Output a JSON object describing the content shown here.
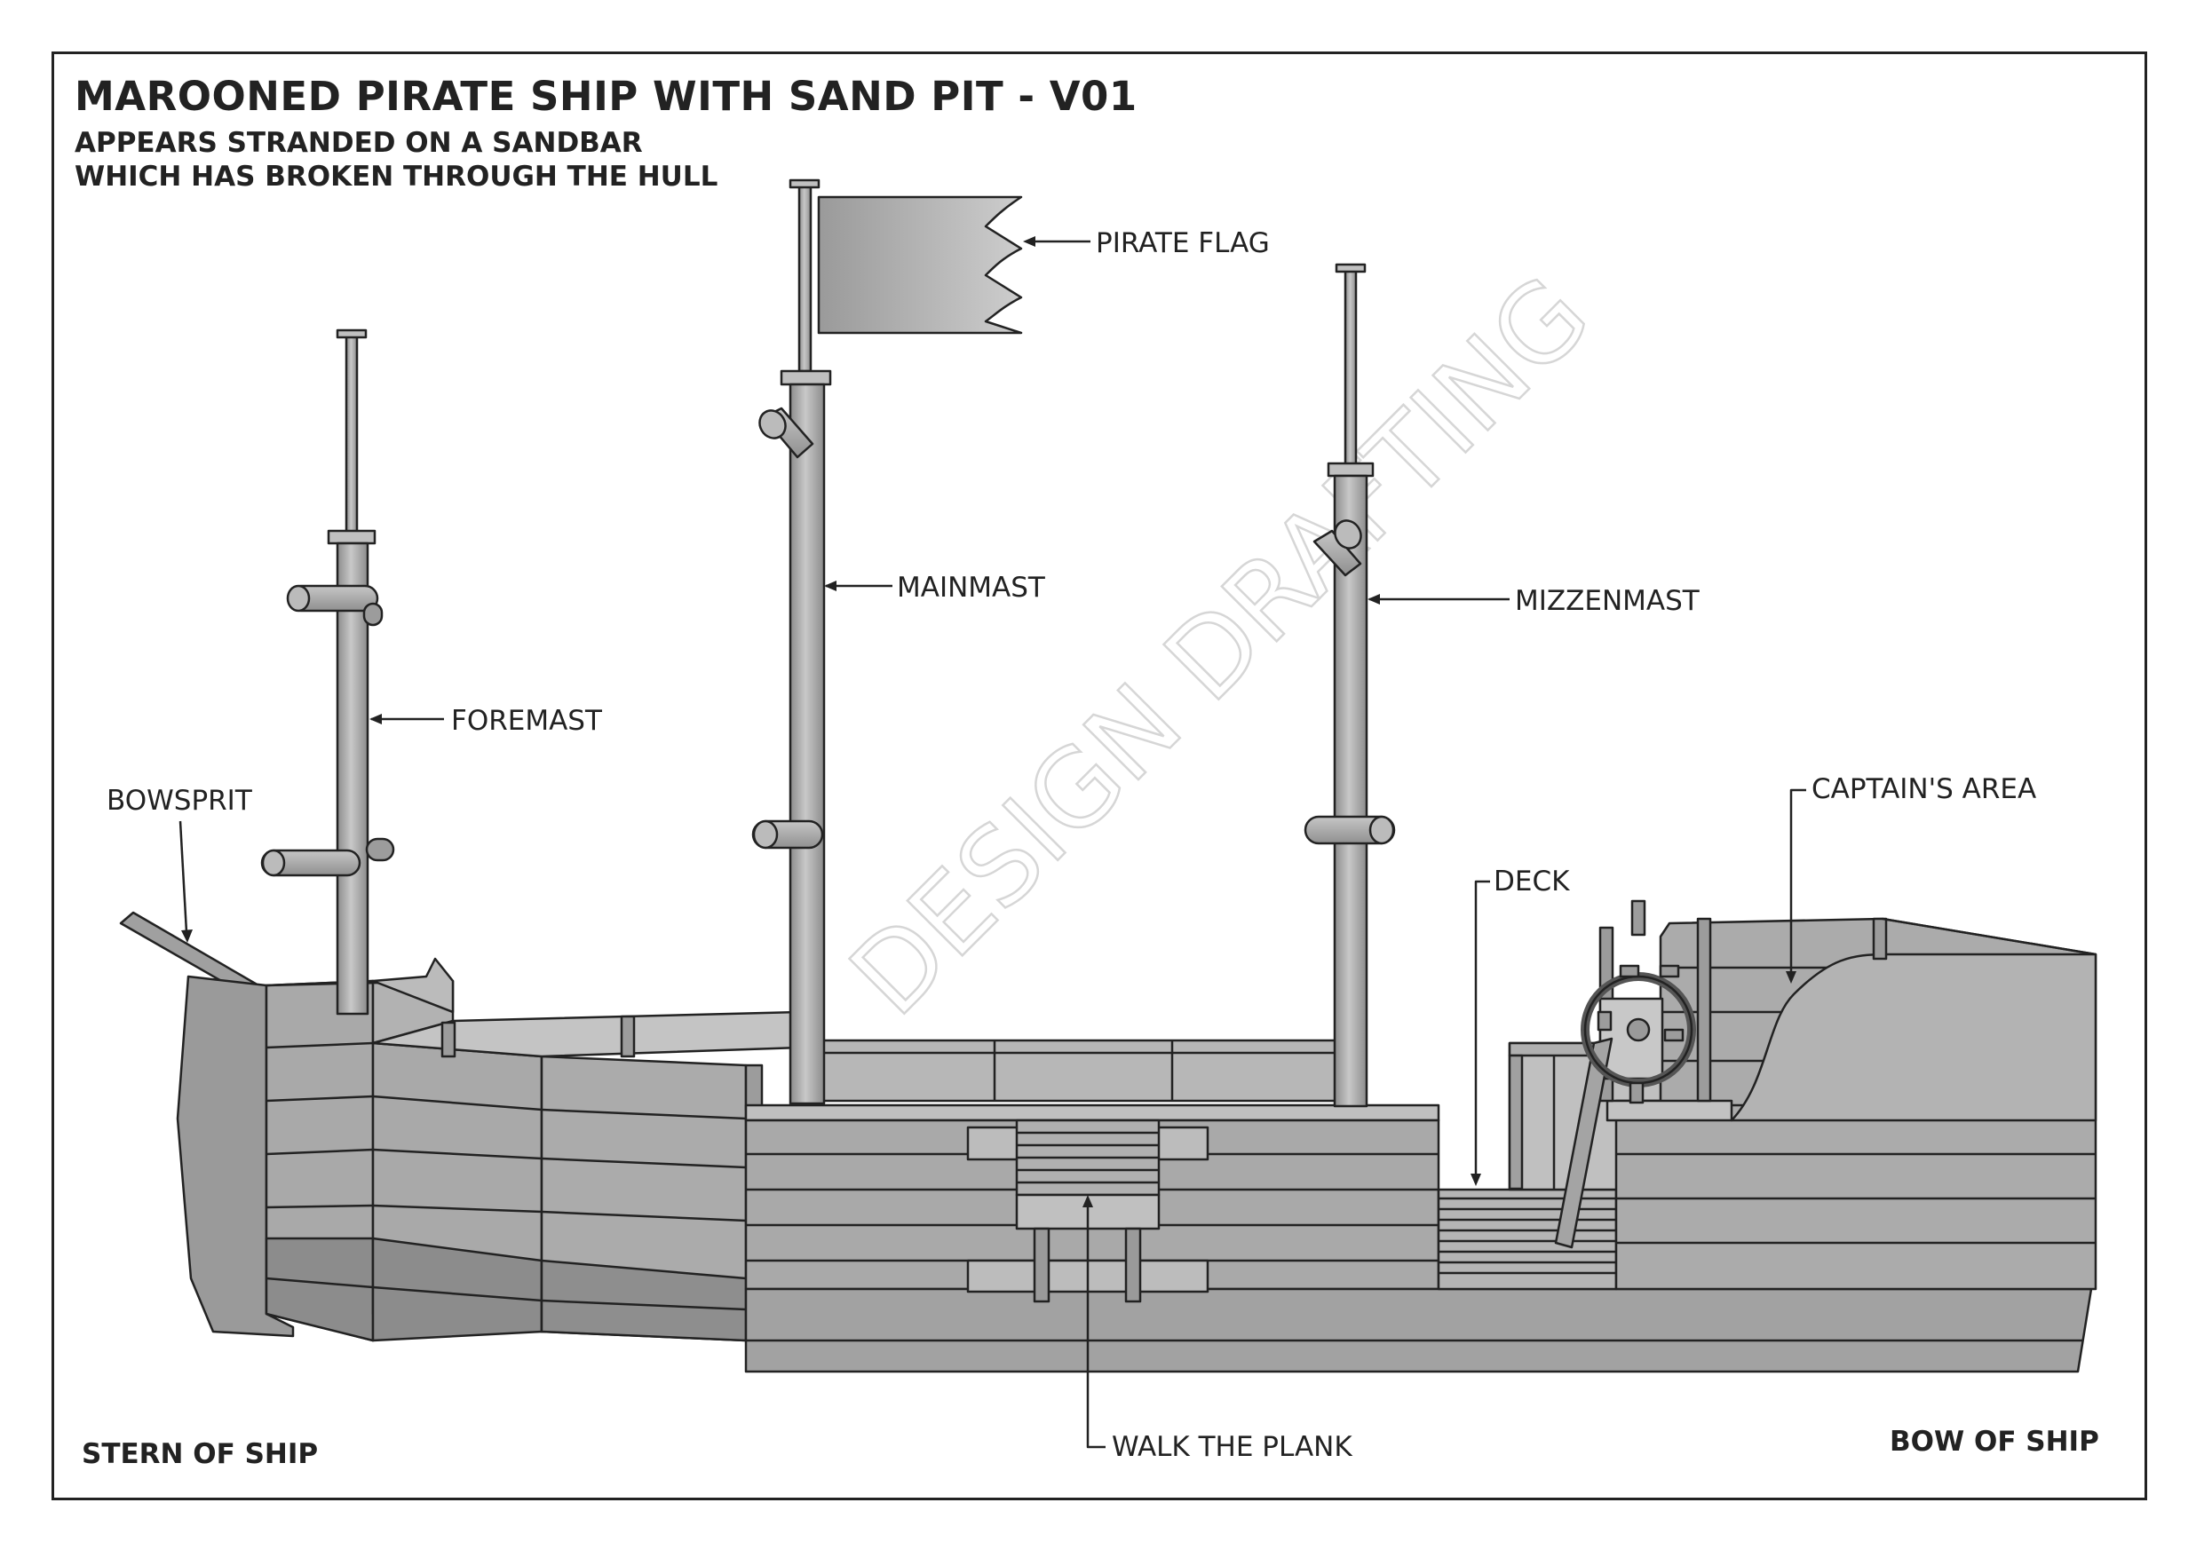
{
  "header": {
    "title": "MAROONED PIRATE SHIP WITH SAND PIT - V01",
    "subtitle_line1": "APPEARS STRANDED ON A SANDBAR",
    "subtitle_line2": "WHICH HAS BROKEN THROUGH THE HULL"
  },
  "labels": {
    "pirate_flag": "PIRATE FLAG",
    "mainmast": "MAINMAST",
    "mizzenmast": "MIZZENMAST",
    "foremast": "FOREMAST",
    "bowsprit": "BOWSPRIT",
    "captains_area": "CAPTAIN'S AREA",
    "deck": "DECK",
    "walk_the_plank": "WALK THE PLANK"
  },
  "footer": {
    "stern": "STERN OF SHIP",
    "bow": "BOW OF SHIP"
  },
  "watermark": "DESIGN DRAFTING",
  "colors": {
    "line": "#222222",
    "hull_fill": "#a8a8a8",
    "hull_shadow": "#8e8e8e",
    "mast_fill": "#b4b4b4",
    "watermark": "#d6d6d6"
  }
}
